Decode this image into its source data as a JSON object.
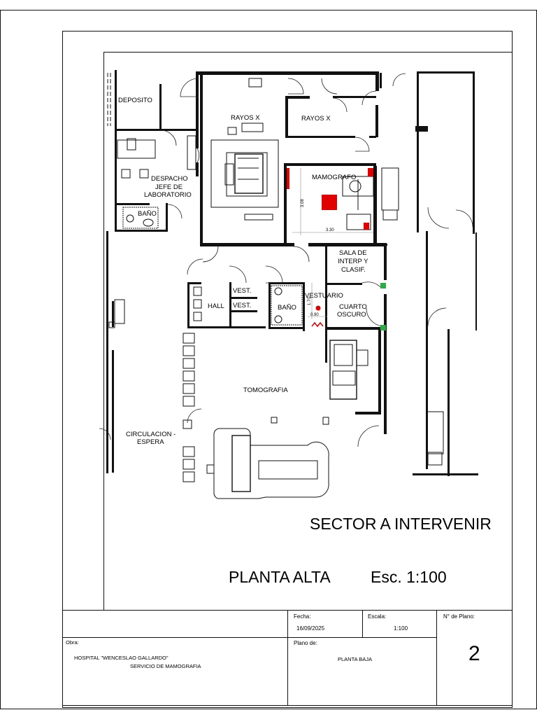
{
  "plan": {
    "rooms": {
      "deposito": "DEPOSITO",
      "rayos_x_1": "RAYOS X",
      "rayos_x_2": "RAYOS X",
      "despacho_1": "DESPACHO",
      "despacho_2": "JEFE DE",
      "despacho_3": "LABORATORIO",
      "bano_1": "BAÑO",
      "mamografo": "MAMOGRAFO",
      "sala_1": "SALA DE",
      "sala_2": "INTERP Y",
      "sala_3": "CLASIF.",
      "vest_1": "VEST.",
      "vest_2": "VEST.",
      "hall": "HALL",
      "bano_2": "BAÑO",
      "vestuario": "VESTUARIO",
      "cuarto_1": "CUARTO",
      "cuarto_2": "OSCURO",
      "tomografia": "TOMOGRAFIA",
      "circulacion_1": "CIRCULACION -",
      "circulacion_2": "ESPERA"
    },
    "dimensions": {
      "d_308": "3.08",
      "d_330": "3.30",
      "d_170": "1.70",
      "d_090": "0.90"
    },
    "sector_label": "SECTOR A INTERVENIR",
    "plan_name": "PLANTA ALTA",
    "scale_label": "Esc. 1:100",
    "colors": {
      "highlight": "#e00000",
      "door_marker": "#2eaa44"
    }
  },
  "title_block": {
    "fecha_label": "Fecha:",
    "fecha_value": "16/09/2025",
    "escala_label": "Escala:",
    "escala_value": "1:100",
    "plano_no_label": "N° de Plano:",
    "plano_no_value": "2",
    "obra_label": "Obra:",
    "obra_line1": "HOSPITAL  \"WENCESLAO GALLARDO\"",
    "obra_line2": "SERVICIO DE MAMOGRAFIA",
    "plano_de_label": "Plano de:",
    "plano_de_value": "PLANTA BAJA"
  }
}
